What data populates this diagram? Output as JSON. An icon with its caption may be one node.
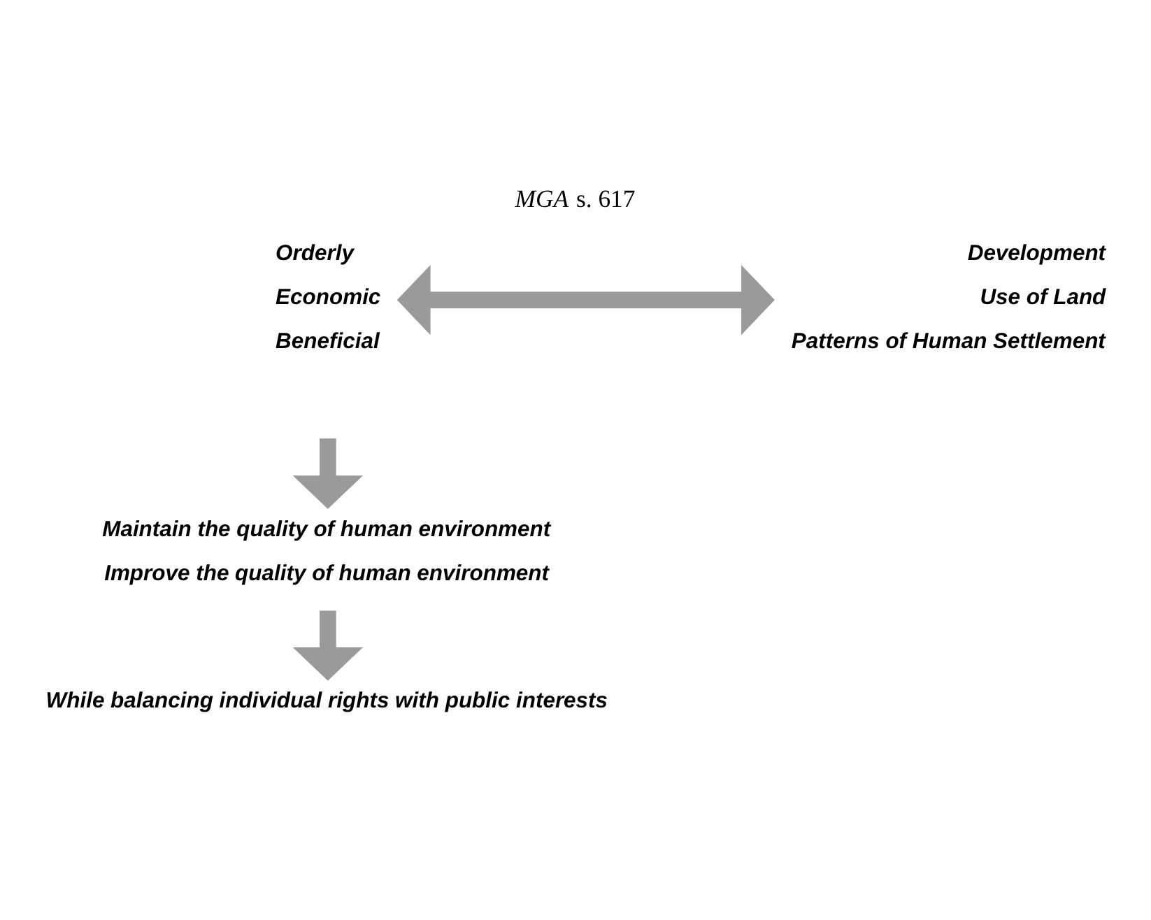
{
  "diagram": {
    "title": "*MGA* s. 617",
    "nodes": [
      {
        "text": [
          "Orderly",
          "Economic",
          "Beneficial"
        ]
      },
      {
        "text": [
          "Development",
          "Use of Land",
          "Patterns of Human Settlement"
        ]
      },
      {
        "text": [
          "Maintain the quality of human environment",
          "Improve the quality of human environment"
        ]
      },
      {
        "text": [
          "While balancing individual rights with public interests"
        ]
      }
    ],
    "edges": [
      {
        "from": 0,
        "to": 1,
        "arrow": "both"
      },
      {
        "from": null,
        "to": 2,
        "arrow": "to"
      },
      {
        "from": 2,
        "to": 3,
        "arrow": "to"
      }
    ]
  }
}
